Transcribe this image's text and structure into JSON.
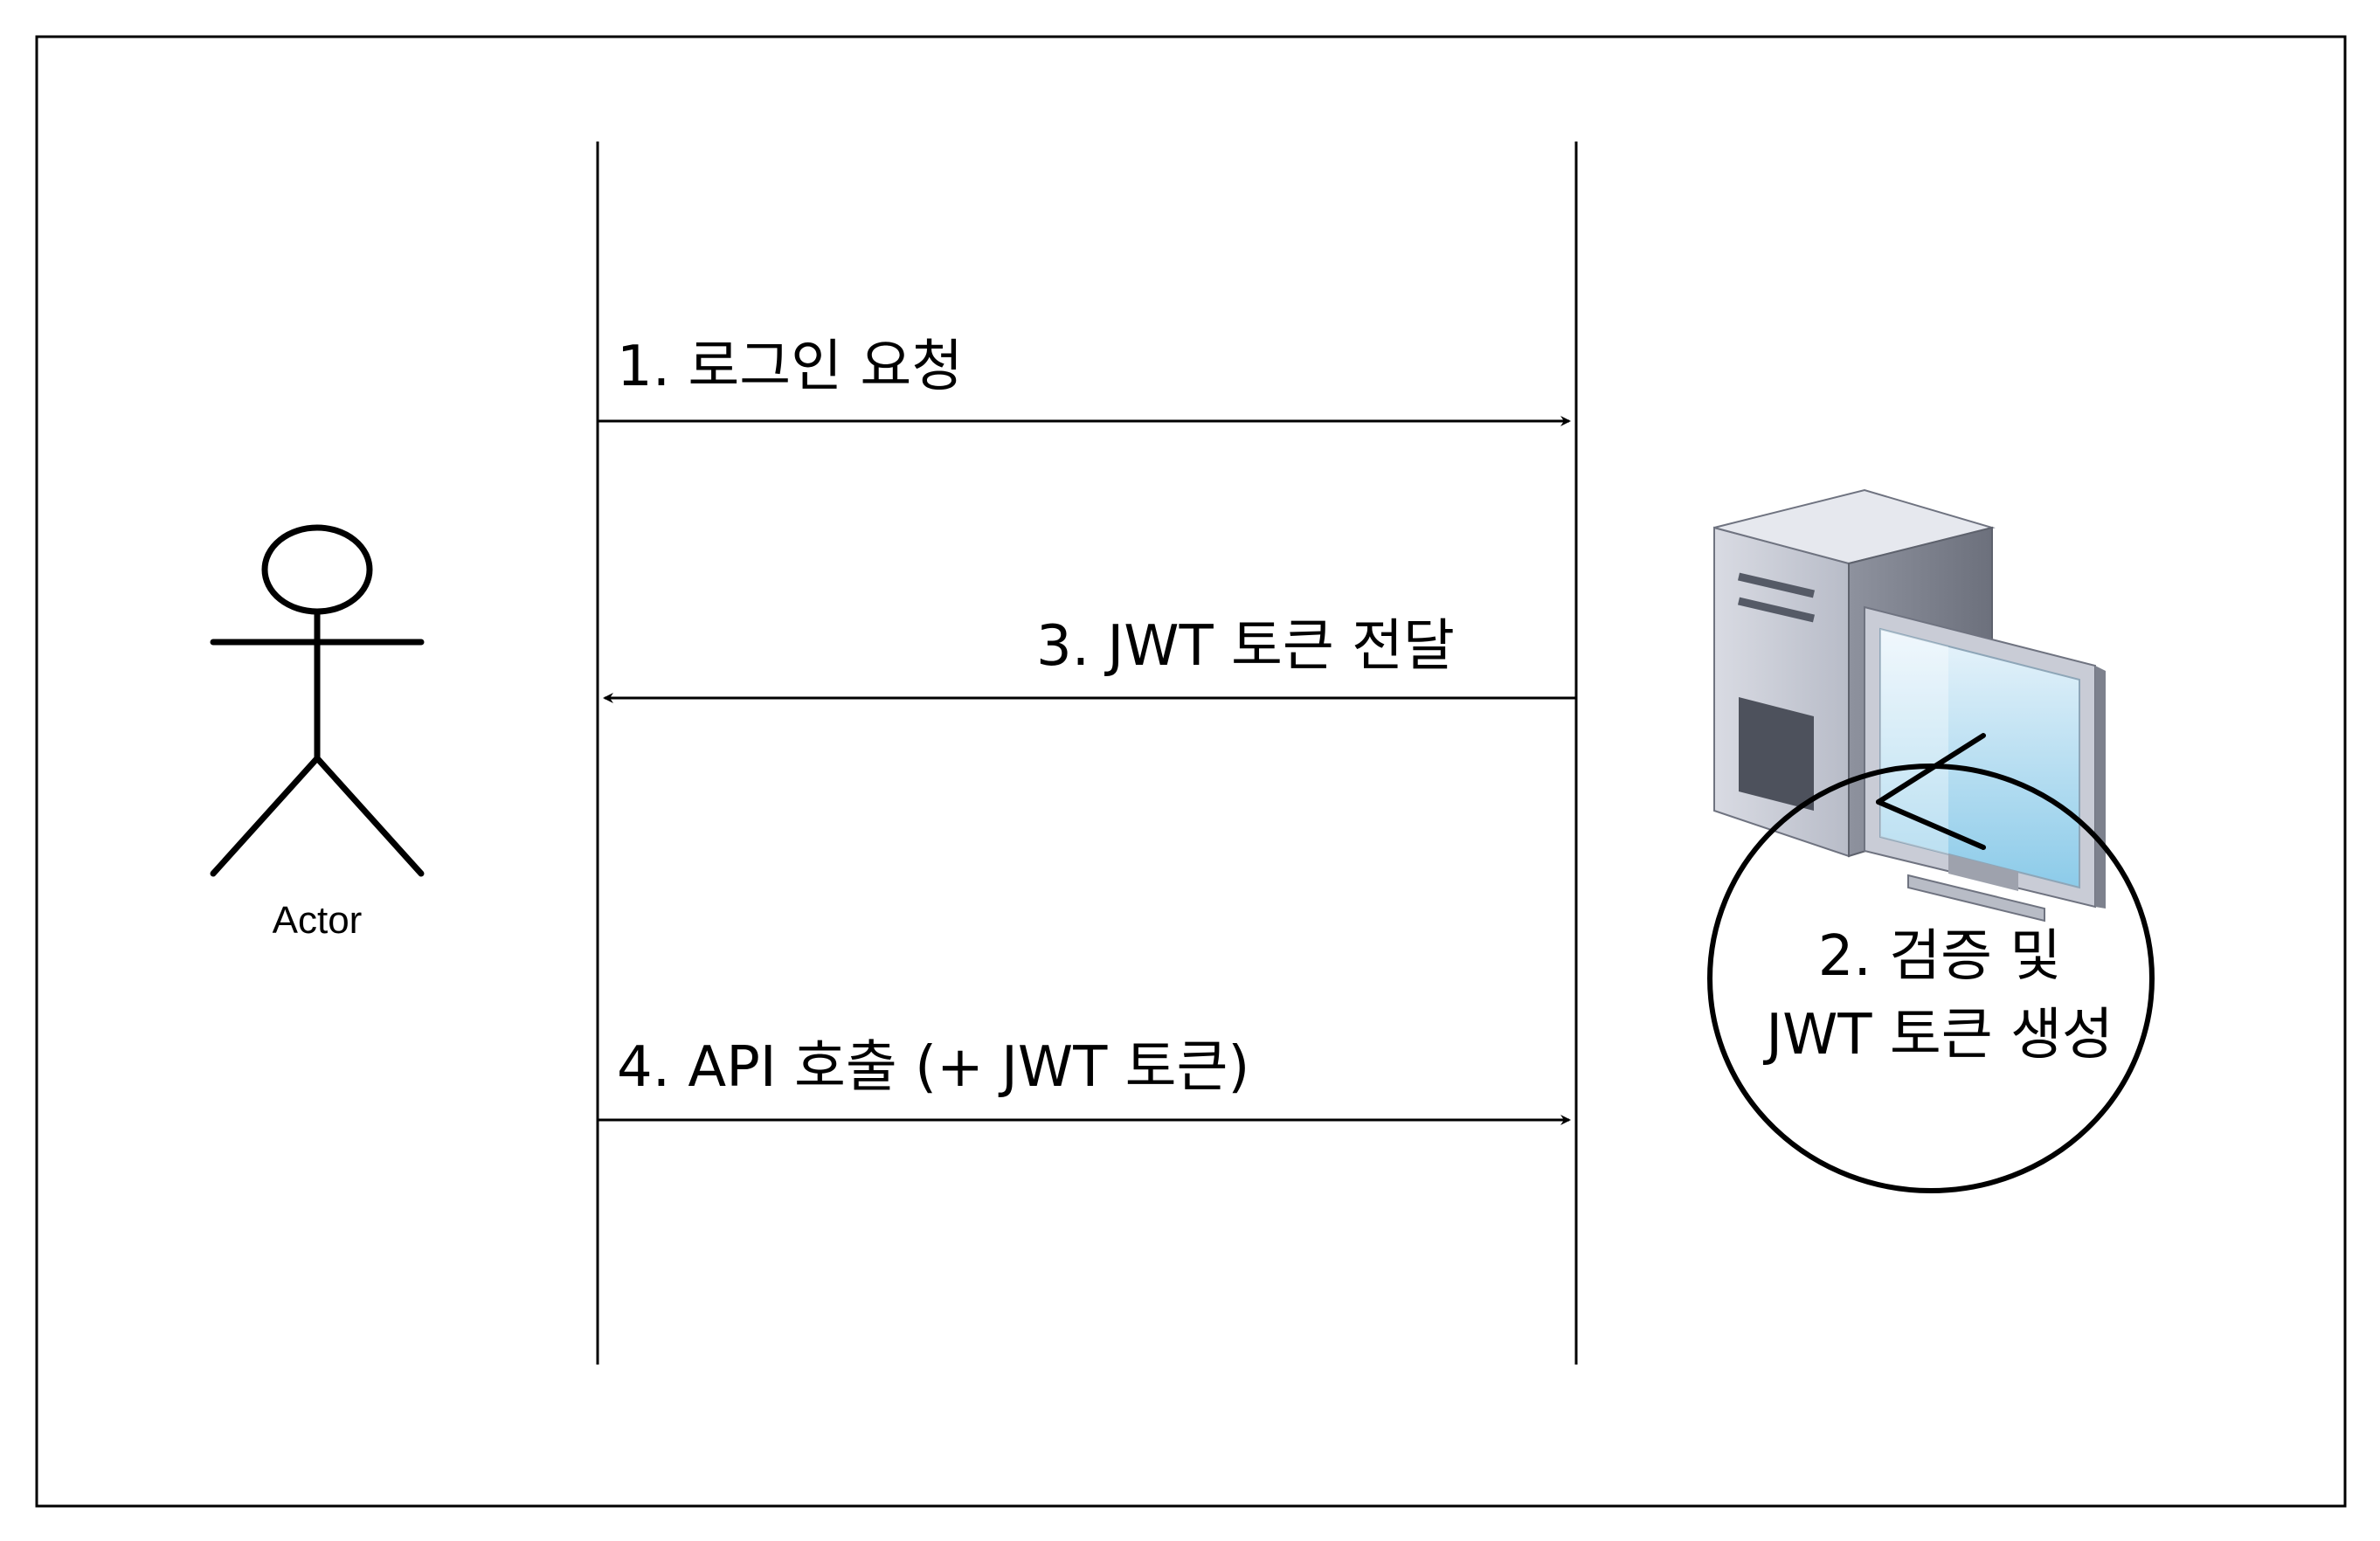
{
  "actor": {
    "label": "Actor"
  },
  "messages": [
    {
      "id": "1",
      "text": "1. 로그인 요청",
      "direction": "to-server"
    },
    {
      "id": "3",
      "text": "3. JWT 토큰 전달",
      "direction": "to-client"
    },
    {
      "id": "4",
      "text": "4. API 호출 (+ JWT 토큰)",
      "direction": "to-server"
    }
  ],
  "server_process": {
    "line1": "2. 검증 및",
    "line2": "JWT 토큰 생성"
  },
  "icons": {
    "actor": "stick-figure-icon",
    "server": "server-computer-icon"
  },
  "colors": {
    "stroke": "#000000",
    "background": "#ffffff"
  }
}
